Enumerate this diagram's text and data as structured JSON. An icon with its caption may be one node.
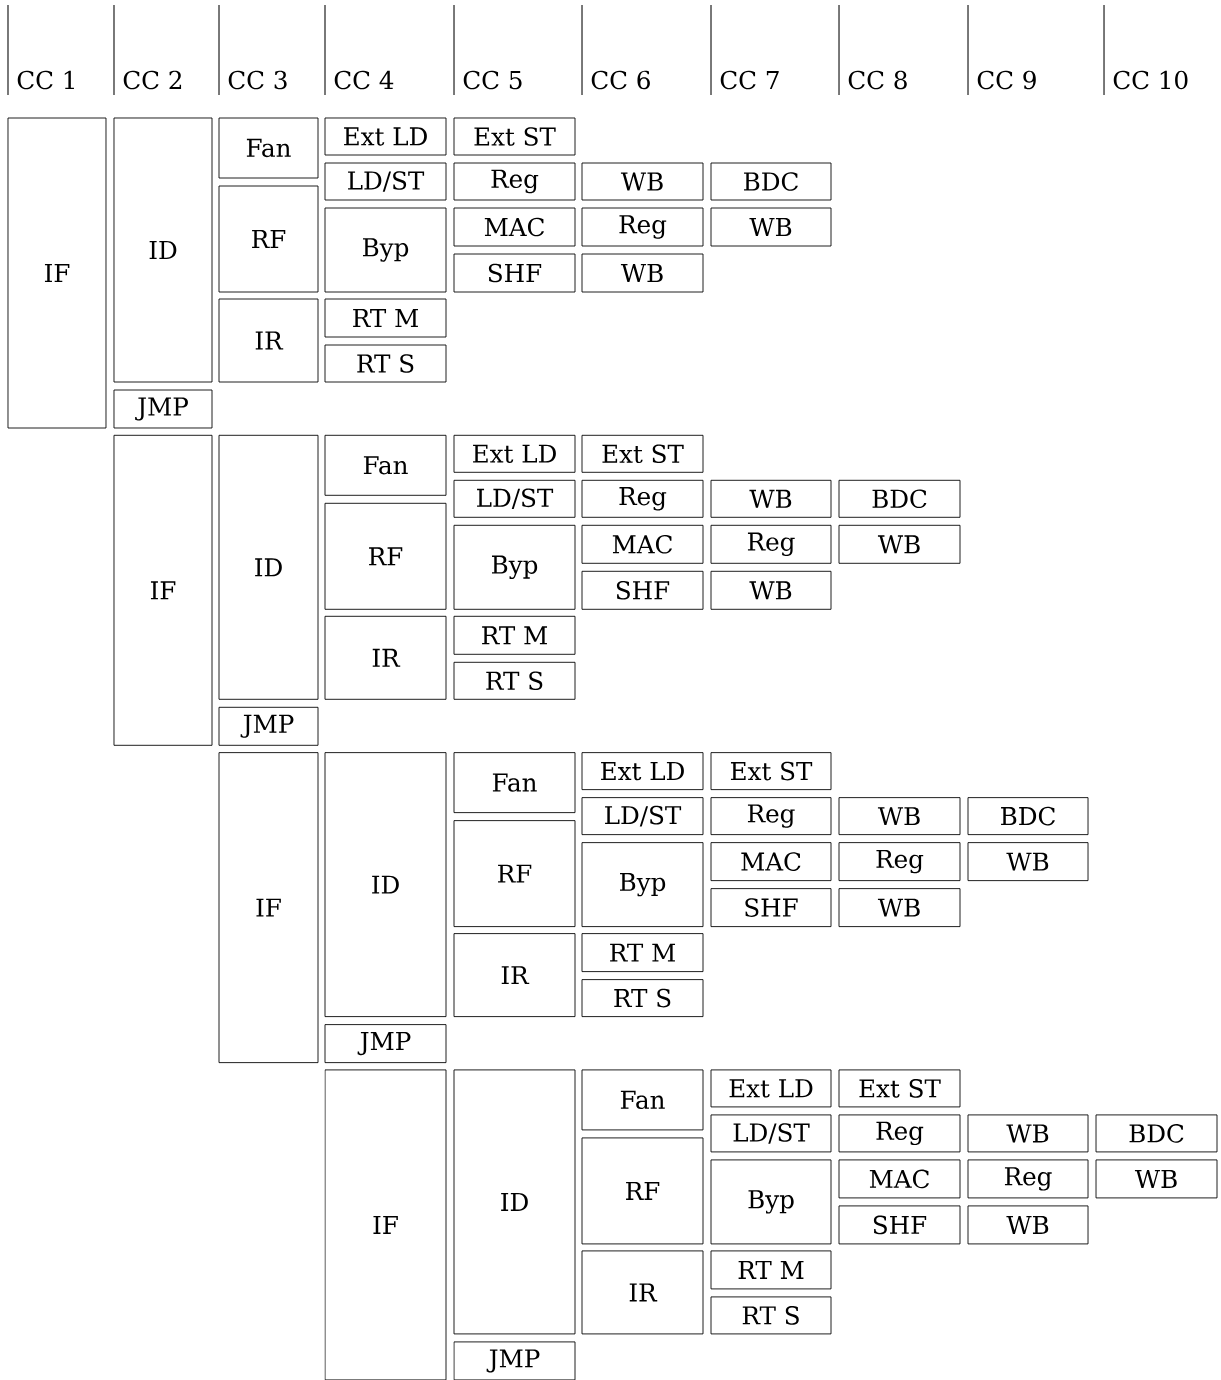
{
  "diagram": {
    "nodes": [
      {
        "text": [
          "IF"
        ]
      },
      {
        "text": [
          "ID"
        ]
      },
      {
        "text": [
          "JMP"
        ]
      },
      {
        "text": [
          "Fan"
        ]
      },
      {
        "text": [
          "RF"
        ]
      },
      {
        "text": [
          "IR"
        ]
      },
      {
        "text": [
          "Ext LD"
        ]
      },
      {
        "text": [
          "LD/ST"
        ]
      },
      {
        "text": [
          "Byp"
        ]
      },
      {
        "text": [
          "RT M"
        ]
      },
      {
        "text": [
          "RT S"
        ]
      },
      {
        "text": [
          "Ext ST"
        ]
      },
      {
        "text": [
          "Reg"
        ]
      },
      {
        "text": [
          "MAC"
        ]
      },
      {
        "text": [
          "SHF"
        ]
      },
      {
        "text": [
          "WB"
        ]
      },
      {
        "text": [
          "Reg"
        ]
      },
      {
        "text": [
          "WB"
        ]
      },
      {
        "text": [
          "BDC"
        ]
      },
      {
        "text": [
          "WB"
        ]
      },
      {
        "text": [
          "IF"
        ]
      },
      {
        "text": [
          "ID"
        ]
      },
      {
        "text": [
          "JMP"
        ]
      },
      {
        "text": [
          "Fan"
        ]
      },
      {
        "text": [
          "RF"
        ]
      },
      {
        "text": [
          "IR"
        ]
      },
      {
        "text": [
          "Ext LD"
        ]
      },
      {
        "text": [
          "LD/ST"
        ]
      },
      {
        "text": [
          "Byp"
        ]
      },
      {
        "text": [
          "RT M"
        ]
      },
      {
        "text": [
          "RT S"
        ]
      },
      {
        "text": [
          "Ext ST"
        ]
      },
      {
        "text": [
          "Reg"
        ]
      },
      {
        "text": [
          "MAC"
        ]
      },
      {
        "text": [
          "SHF"
        ]
      },
      {
        "text": [
          "WB"
        ]
      },
      {
        "text": [
          "Reg"
        ]
      },
      {
        "text": [
          "WB"
        ]
      },
      {
        "text": [
          "BDC"
        ]
      },
      {
        "text": [
          "WB"
        ]
      },
      {
        "text": [
          "IF"
        ]
      },
      {
        "text": [
          "ID"
        ]
      },
      {
        "text": [
          "JMP"
        ]
      },
      {
        "text": [
          "Fan"
        ]
      },
      {
        "text": [
          "RF"
        ]
      },
      {
        "text": [
          "IR"
        ]
      },
      {
        "text": [
          "Ext LD"
        ]
      },
      {
        "text": [
          "LD/ST"
        ]
      },
      {
        "text": [
          "Byp"
        ]
      },
      {
        "text": [
          "RT M"
        ]
      },
      {
        "text": [
          "RT S"
        ]
      },
      {
        "text": [
          "Ext ST"
        ]
      },
      {
        "text": [
          "Reg"
        ]
      },
      {
        "text": [
          "MAC"
        ]
      },
      {
        "text": [
          "SHF"
        ]
      },
      {
        "text": [
          "WB"
        ]
      },
      {
        "text": [
          "Reg"
        ]
      },
      {
        "text": [
          "WB"
        ]
      },
      {
        "text": [
          "BDC"
        ]
      },
      {
        "text": [
          "WB"
        ]
      },
      {
        "text": [
          "IF"
        ]
      },
      {
        "text": [
          "ID"
        ]
      },
      {
        "text": [
          "JMP"
        ]
      },
      {
        "text": [
          "Fan"
        ]
      },
      {
        "text": [
          "RF"
        ]
      },
      {
        "text": [
          "IR"
        ]
      },
      {
        "text": [
          "Ext LD"
        ]
      },
      {
        "text": [
          "LD/ST"
        ]
      },
      {
        "text": [
          "Byp"
        ]
      },
      {
        "text": [
          "RT M"
        ]
      },
      {
        "text": [
          "RT S"
        ]
      },
      {
        "text": [
          "Ext ST"
        ]
      },
      {
        "text": [
          "Reg"
        ]
      },
      {
        "text": [
          "MAC"
        ]
      },
      {
        "text": [
          "SHF"
        ]
      },
      {
        "text": [
          "WB"
        ]
      },
      {
        "text": [
          "Reg"
        ]
      },
      {
        "text": [
          "WB"
        ]
      },
      {
        "text": [
          "BDC"
        ]
      },
      {
        "text": [
          "WB"
        ]
      }
    ],
    "labels": [
      "CC 1",
      "CC 2",
      "CC 3",
      "CC 4",
      "CC 5",
      "CC 6",
      "CC 7",
      "CC 8",
      "CC 9",
      "CC 10"
    ]
  }
}
